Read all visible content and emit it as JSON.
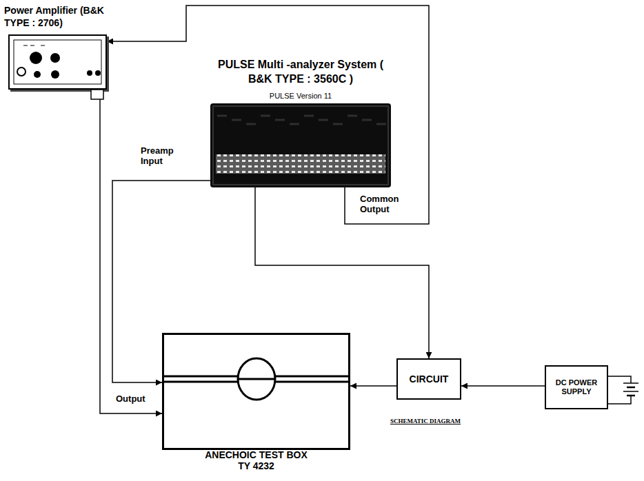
{
  "diagram": {
    "nodes": [
      {
        "text": [
          "Power Amplifier (B&K TYPE : 2706)"
        ]
      },
      {
        "text": [
          "PULSE Multi -analyzer System ( B&K TYPE : 3560C )",
          "PULSE Version 11"
        ]
      },
      {
        "text": [
          "ANECHOIC TEST BOX TY 4232"
        ]
      },
      {
        "text": [
          "CIRCUIT"
        ]
      },
      {
        "text": [
          "DC POWER SUPPLY"
        ]
      }
    ],
    "edges": [
      {
        "from": 1,
        "to": 0,
        "arrow": "to"
      },
      {
        "from": 0,
        "to": 2,
        "arrow": "to"
      },
      {
        "from": 1,
        "to": 2,
        "arrow": "to"
      },
      {
        "from": 1,
        "to": 3,
        "arrow": "to"
      },
      {
        "from": 3,
        "to": 2,
        "arrow": "to"
      },
      {
        "from": 4,
        "to": 3,
        "arrow": "to"
      }
    ],
    "labels": [
      "Preamp Input",
      "Common Output",
      "Output",
      "SCHEMATIC DIAGRAM"
    ]
  }
}
